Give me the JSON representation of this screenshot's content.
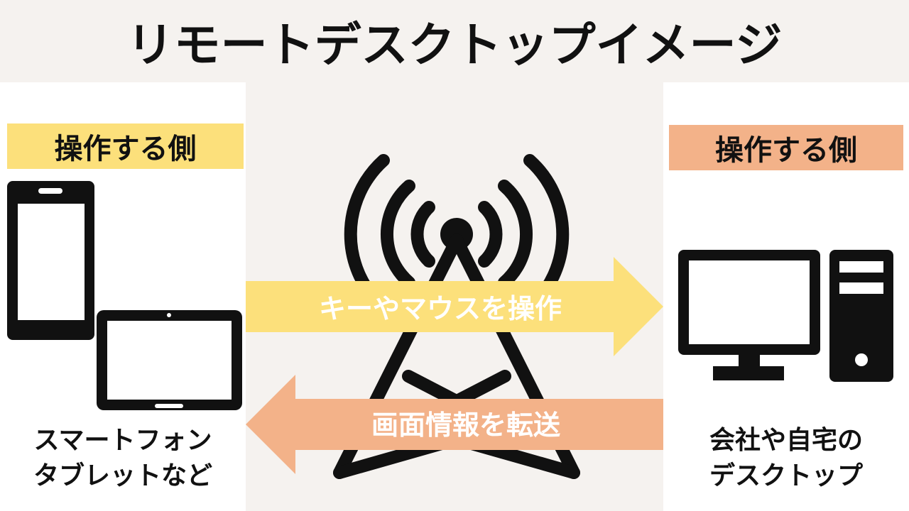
{
  "title": "リモートデスクトップイメージ",
  "left": {
    "label": "操作する側",
    "caption_line1": "スマートフォン",
    "caption_line2": "タブレットなど",
    "icons": [
      "smartphone-icon",
      "tablet-icon"
    ]
  },
  "right": {
    "label": "操作する側",
    "caption_line1": "会社や自宅の",
    "caption_line2": "デスクトップ",
    "icons": [
      "desktop-computer-icon"
    ]
  },
  "center": {
    "icon": "radio-tower-icon",
    "arrow_right_label": "キーやマウスを操作",
    "arrow_left_label": "画面情報を転送"
  },
  "colors": {
    "background_panel": "#f5f2ef",
    "label_left": "#fce07b",
    "label_right": "#f3b289",
    "arrow_right": "#fce07b",
    "arrow_left": "#f3b289",
    "icon": "#111111"
  }
}
